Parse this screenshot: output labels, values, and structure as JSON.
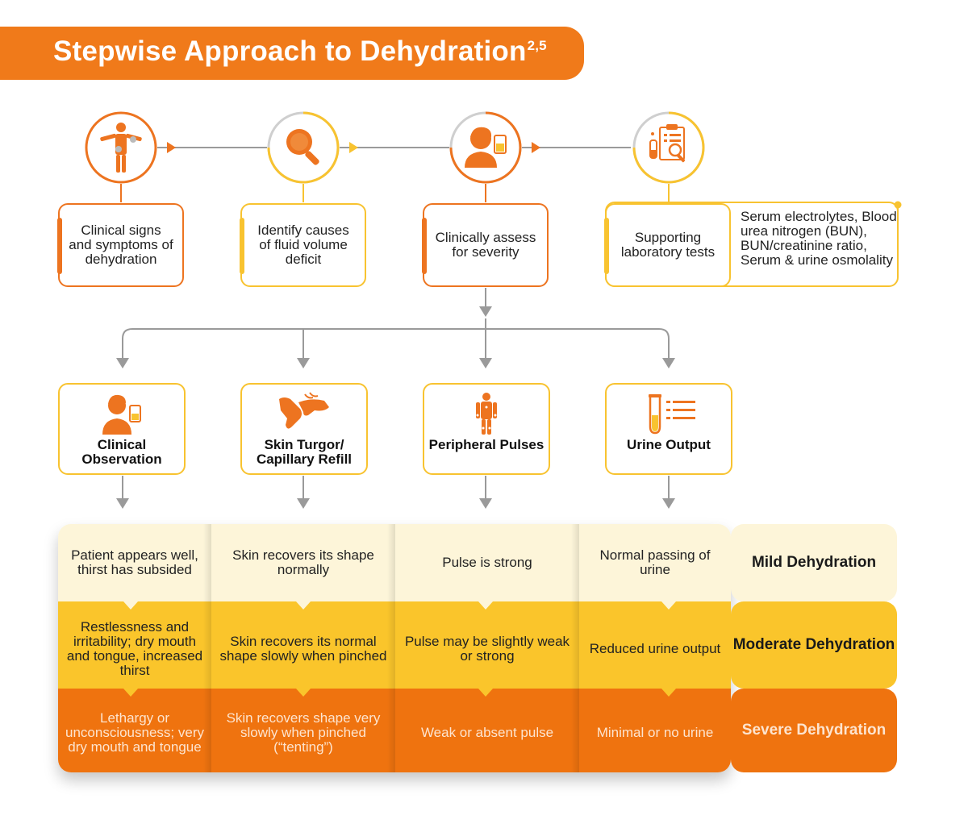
{
  "header": {
    "title": "Stepwise Approach to Dehydration",
    "title_superscript": "2,5"
  },
  "colors": {
    "orange": "#f07a1a",
    "yellow": "#f8c330",
    "pale": "#fdf5d9",
    "grey_line": "#9a9a9a"
  },
  "steps": [
    {
      "label": "Clinical signs and symptoms of dehydration",
      "icon": "person-examination-icon",
      "accent": "orange"
    },
    {
      "label": "Identify causes of fluid volume deficit",
      "icon": "magnifier-icon",
      "accent": "yellow"
    },
    {
      "label": "Clinically assess for severity",
      "icon": "patient-drinking-icon",
      "accent": "orange"
    },
    {
      "label": "Supporting laboratory tests",
      "icon": "lab-report-icon",
      "accent": "yellow"
    }
  ],
  "lab_tests_detail": "Serum electrolytes, Blood urea nitrogen (BUN), BUN/creatinine ratio, Serum & urine osmolality",
  "assessments": [
    {
      "label": "Clinical Observation",
      "icon": "patient-with-glass-icon"
    },
    {
      "label": "Skin Turgor/ Capillary Refill",
      "icon": "pinched-skin-hand-icon"
    },
    {
      "label": "Peripheral Pulses",
      "icon": "human-body-pulse-icon"
    },
    {
      "label": "Urine Output",
      "icon": "test-tube-checklist-icon"
    }
  ],
  "severity": [
    {
      "level": "Mild Dehydration",
      "findings": [
        "Patient appears well, thirst has subsided",
        "Skin recovers its shape normally",
        "Pulse is strong",
        "Normal passing of urine"
      ]
    },
    {
      "level": "Moderate Dehydration",
      "findings": [
        "Restlessness and irritability; dry mouth and tongue, increased thirst",
        "Skin recovers its normal shape slowly when pinched",
        "Pulse may be slightly weak or strong",
        "Reduced urine output"
      ]
    },
    {
      "level": "Severe Dehydration",
      "findings": [
        "Lethargy or unconsciousness; very dry mouth and tongue",
        "Skin recovers shape very slowly when pinched (“tenting”)",
        "Weak or absent pulse",
        "Minimal or no urine"
      ]
    }
  ]
}
